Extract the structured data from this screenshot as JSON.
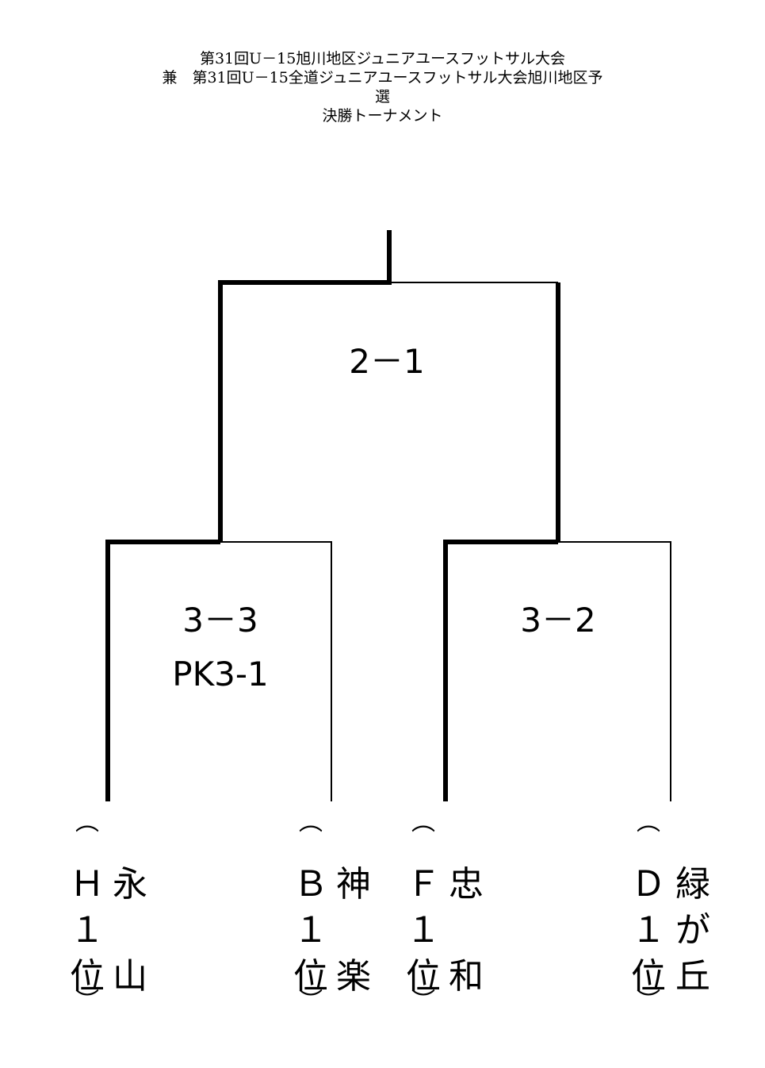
{
  "title": {
    "line1": "第31回U－15旭川地区ジュニアユースフットサル大会",
    "line2": "兼　第31回U－15全道ジュニアユースフットサル大会旭川地区予",
    "line3": "選",
    "line4": "決勝トーナメント"
  },
  "matches": {
    "final": {
      "score": "2－1"
    },
    "semi_left": {
      "score": "3－3",
      "pk": "PK3-1"
    },
    "semi_right": {
      "score": "3－2"
    }
  },
  "teams": [
    {
      "group_chars": [
        "Ｈ",
        "１",
        "位"
      ],
      "name_chars": [
        "永",
        "",
        "山"
      ]
    },
    {
      "group_chars": [
        "Ｂ",
        "１",
        "位"
      ],
      "name_chars": [
        "神",
        "",
        "楽"
      ]
    },
    {
      "group_chars": [
        "Ｆ",
        "１",
        "位"
      ],
      "name_chars": [
        "忠",
        "",
        "和"
      ]
    },
    {
      "group_chars": [
        "Ｄ",
        "１",
        "位"
      ],
      "name_chars": [
        "緑",
        "が",
        "丘"
      ]
    }
  ],
  "parens": {
    "open": "︵",
    "close": "︶"
  }
}
